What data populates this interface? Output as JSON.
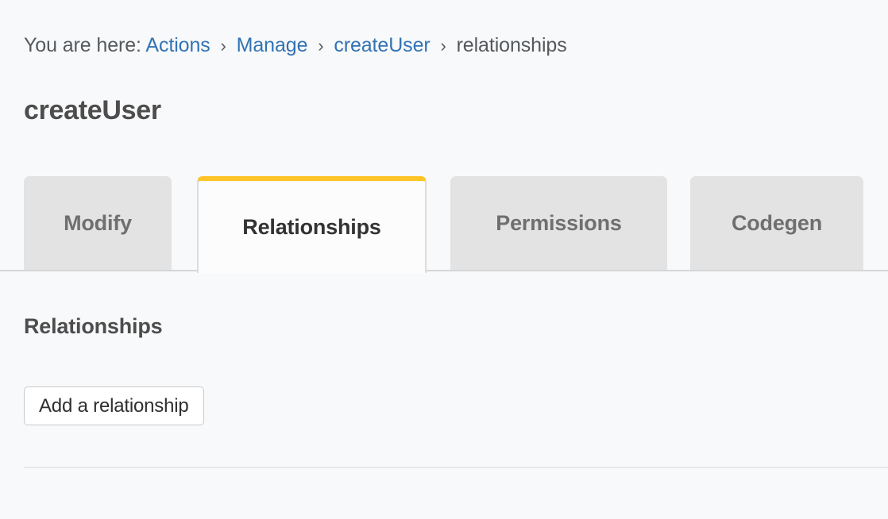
{
  "page": {
    "background_color": "#f8f9fa",
    "title": "createUser"
  },
  "breadcrumb": {
    "prefix": "You are here:",
    "separator": "›",
    "items": [
      {
        "label": "Actions",
        "is_link": true
      },
      {
        "label": "Manage",
        "is_link": true
      },
      {
        "label": "createUser",
        "is_link": true
      },
      {
        "label": "relationships",
        "is_link": false
      }
    ],
    "link_color": "#3273b5"
  },
  "tabs": {
    "active_index": 1,
    "active_accent_color": "#ffc425",
    "items": [
      {
        "label": "Modify",
        "active": false
      },
      {
        "label": "Relationships",
        "active": true
      },
      {
        "label": "Permissions",
        "active": false
      },
      {
        "label": "Codegen",
        "active": false
      }
    ]
  },
  "main": {
    "section_heading": "Relationships",
    "add_relationship_label": "Add a relationship",
    "relationships_list": []
  }
}
